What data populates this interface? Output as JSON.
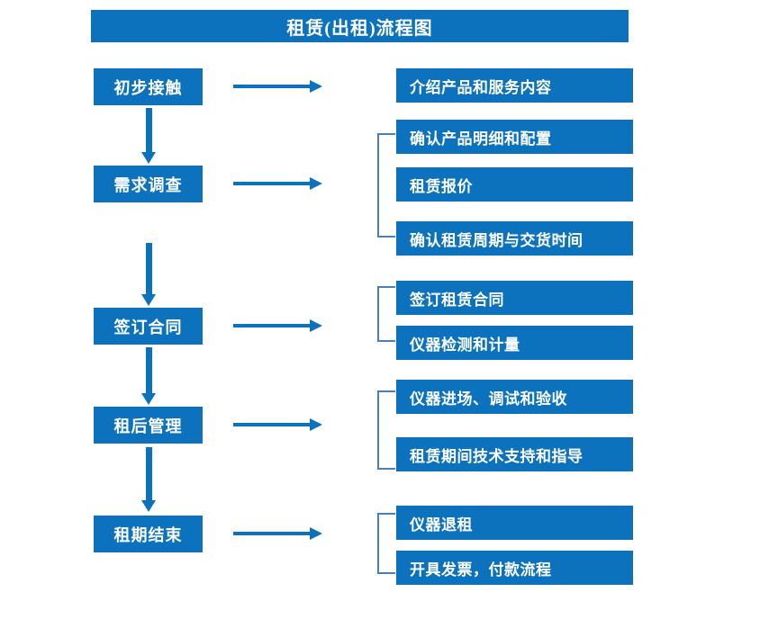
{
  "header": {
    "title": "租赁(出租)流程图"
  },
  "colors": {
    "primary": "#0c72bd",
    "bracket": "#4a7fba",
    "text_on_primary": "#ffffff",
    "background": "#ffffff"
  },
  "flow": {
    "stages": [
      {
        "id": "stage-1",
        "label": "初步接触"
      },
      {
        "id": "stage-2",
        "label": "需求调查"
      },
      {
        "id": "stage-3",
        "label": "签订合同"
      },
      {
        "id": "stage-4",
        "label": "租后管理"
      },
      {
        "id": "stage-5",
        "label": "租期结束"
      }
    ],
    "details": [
      {
        "id": "detail-1",
        "label": "介绍产品和服务内容",
        "stage": "stage-1",
        "grouped": false
      },
      {
        "id": "detail-2",
        "label": "确认产品明细和配置",
        "stage": "stage-2",
        "grouped": true
      },
      {
        "id": "detail-3",
        "label": "租赁报价",
        "stage": "stage-2",
        "grouped": true
      },
      {
        "id": "detail-4",
        "label": "确认租赁周期与交货时间",
        "stage": "stage-2",
        "grouped": true
      },
      {
        "id": "detail-5",
        "label": "签订租赁合同",
        "stage": "stage-3",
        "grouped": true
      },
      {
        "id": "detail-6",
        "label": "仪器检测和计量",
        "stage": "stage-3",
        "grouped": true
      },
      {
        "id": "detail-7",
        "label": "仪器进场、调试和验收",
        "stage": "stage-4",
        "grouped": true
      },
      {
        "id": "detail-8",
        "label": "租赁期间技术支持和指导",
        "stage": "stage-4",
        "grouped": true
      },
      {
        "id": "detail-9",
        "label": "仪器退租",
        "stage": "stage-5",
        "grouped": true
      },
      {
        "id": "detail-10",
        "label": "开具发票，付款流程",
        "stage": "stage-5",
        "grouped": true
      }
    ],
    "connectors": {
      "stage_to_detail_arrows": 5,
      "stage_to_stage_arrows": 4,
      "group_brackets": 4
    }
  }
}
